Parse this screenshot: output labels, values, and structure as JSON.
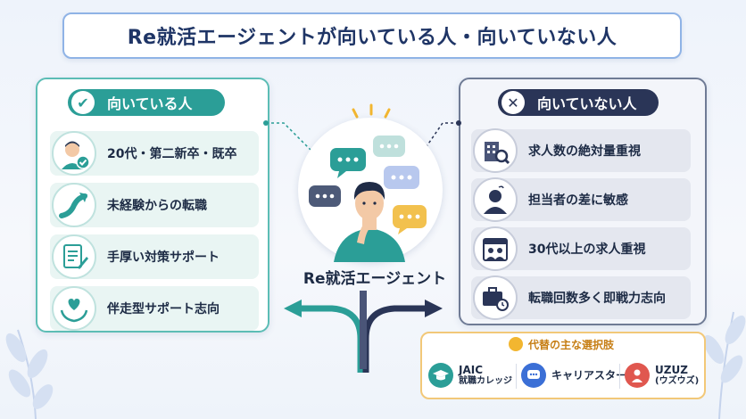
{
  "title": "Re就活エージェントが向いている人・向いていない人",
  "left_panel": {
    "heading": "向いている人",
    "items": [
      {
        "label": "20代・第二新卒・既卒",
        "icon": "young-person-icon"
      },
      {
        "label": "未経験からの転職",
        "icon": "rising-arrow-icon"
      },
      {
        "label": "手厚い対策サポート",
        "icon": "document-pen-icon"
      },
      {
        "label": "伴走型サポート志向",
        "icon": "heart-hands-icon"
      }
    ]
  },
  "right_panel": {
    "heading": "向いていない人",
    "items": [
      {
        "label": "求人数の絶対量重視",
        "icon": "building-search-icon"
      },
      {
        "label": "担当者の差に敏感",
        "icon": "confused-person-icon"
      },
      {
        "label": "30代以上の求人重視",
        "icon": "calendar-people-icon"
      },
      {
        "label": "転職回数多く即戦力志向",
        "icon": "briefcase-clock-icon"
      }
    ]
  },
  "center": {
    "label": "Re就活エージェント"
  },
  "alternatives": {
    "title": "代替の主な選択肢",
    "items": [
      {
        "name": "JAIC",
        "sub": "就職カレッジ",
        "icon": "graduation-cap-icon",
        "color": "#2b9e97"
      },
      {
        "name": "キャリアスタート",
        "sub": "",
        "icon": "chat-bubble-icon",
        "color": "#3b6fd6"
      },
      {
        "name": "UZUZ",
        "sub": "(ウズウズ)",
        "icon": "person-icon",
        "color": "#e0574f"
      }
    ]
  },
  "colors": {
    "teal": "#2b9e97",
    "navy": "#2a3557",
    "orange": "#f2c878"
  }
}
